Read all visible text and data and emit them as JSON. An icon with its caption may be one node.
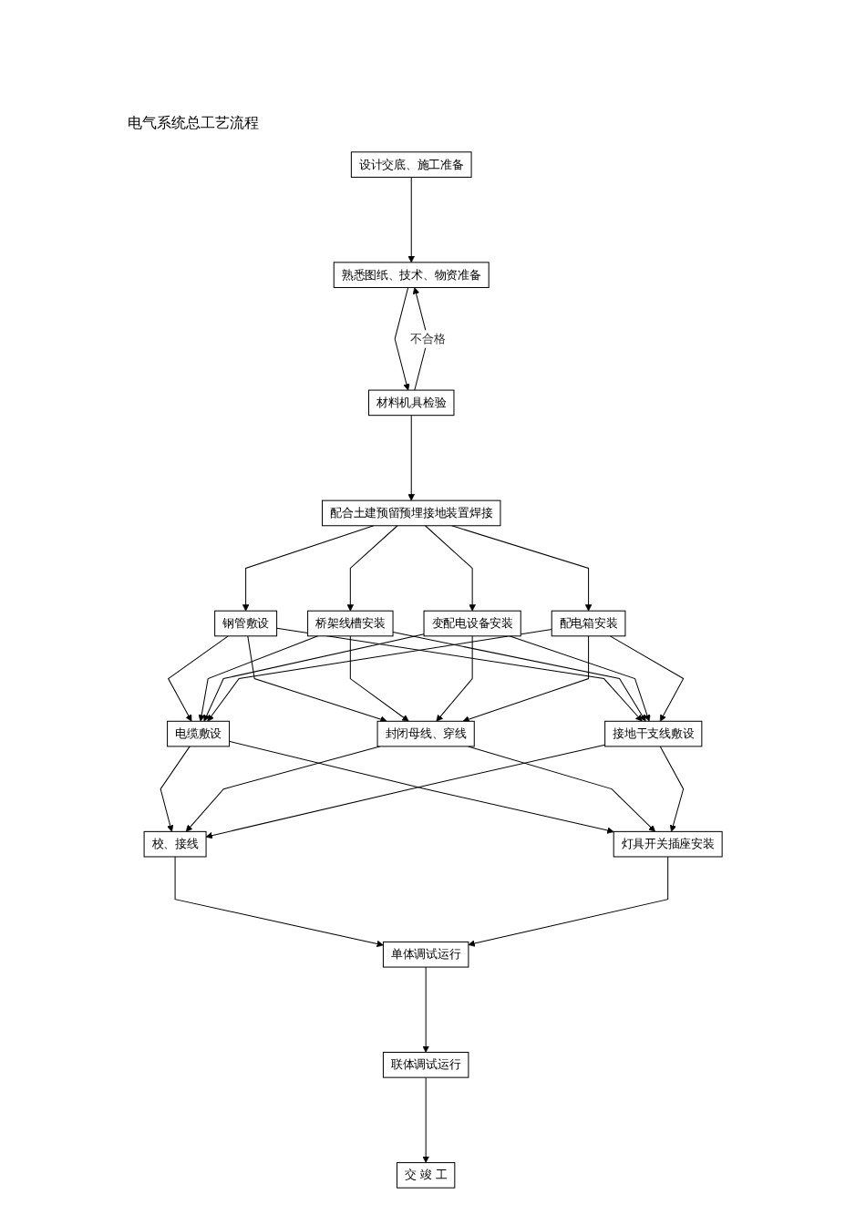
{
  "diagram": {
    "title": "电气系统总工艺流程",
    "nodes": [
      {
        "text": [
          "设计交底、施工准备"
        ]
      },
      {
        "text": [
          "熟悉图纸、技术、物资准备"
        ]
      },
      {
        "text": [
          "材料机具检验"
        ]
      },
      {
        "text": [
          "配合土建预留预埋接地装置焊接"
        ]
      },
      {
        "text": [
          "钢管敷设"
        ]
      },
      {
        "text": [
          "桥架线槽安装"
        ]
      },
      {
        "text": [
          "变配电设备安装"
        ]
      },
      {
        "text": [
          "配电箱安装"
        ]
      },
      {
        "text": [
          "电缆敷设"
        ]
      },
      {
        "text": [
          "封闭母线、穿线"
        ]
      },
      {
        "text": [
          "接地干支线敷设"
        ]
      },
      {
        "text": [
          "校、接线"
        ]
      },
      {
        "text": [
          "灯具开关插座安装"
        ]
      },
      {
        "text": [
          "单体调试运行"
        ]
      },
      {
        "text": [
          "联体调试运行"
        ]
      },
      {
        "text": [
          "交 竣 工"
        ]
      }
    ],
    "edges": [
      {
        "from": 0,
        "to": 1,
        "arrow": "to"
      },
      {
        "from": 1,
        "to": 2,
        "arrow": "to"
      },
      {
        "from": 2,
        "to": 1,
        "arrow": "to",
        "label": "不合格"
      },
      {
        "from": 2,
        "to": 3,
        "arrow": "to"
      },
      {
        "from": 3,
        "to": 4,
        "arrow": "to"
      },
      {
        "from": 3,
        "to": 5,
        "arrow": "to"
      },
      {
        "from": 3,
        "to": 6,
        "arrow": "to"
      },
      {
        "from": 3,
        "to": 7,
        "arrow": "to"
      },
      {
        "from": 4,
        "to": 8,
        "arrow": "to"
      },
      {
        "from": 4,
        "to": 9,
        "arrow": "to"
      },
      {
        "from": 4,
        "to": 10,
        "arrow": "to"
      },
      {
        "from": 5,
        "to": 8,
        "arrow": "to"
      },
      {
        "from": 5,
        "to": 9,
        "arrow": "to"
      },
      {
        "from": 5,
        "to": 10,
        "arrow": "to"
      },
      {
        "from": 6,
        "to": 8,
        "arrow": "to"
      },
      {
        "from": 6,
        "to": 9,
        "arrow": "to"
      },
      {
        "from": 6,
        "to": 10,
        "arrow": "to"
      },
      {
        "from": 7,
        "to": 8,
        "arrow": "to"
      },
      {
        "from": 7,
        "to": 9,
        "arrow": "to"
      },
      {
        "from": 7,
        "to": 10,
        "arrow": "to"
      },
      {
        "from": 8,
        "to": 11,
        "arrow": "to"
      },
      {
        "from": 8,
        "to": 12,
        "arrow": "to"
      },
      {
        "from": 9,
        "to": 11,
        "arrow": "to"
      },
      {
        "from": 9,
        "to": 12,
        "arrow": "to"
      },
      {
        "from": 10,
        "to": 11,
        "arrow": "to"
      },
      {
        "from": 10,
        "to": 12,
        "arrow": "to"
      },
      {
        "from": 11,
        "to": 13,
        "arrow": "to"
      },
      {
        "from": 12,
        "to": 13,
        "arrow": "to"
      },
      {
        "from": 13,
        "to": 14,
        "arrow": "to"
      },
      {
        "from": 14,
        "to": 15,
        "arrow": "to"
      }
    ]
  }
}
